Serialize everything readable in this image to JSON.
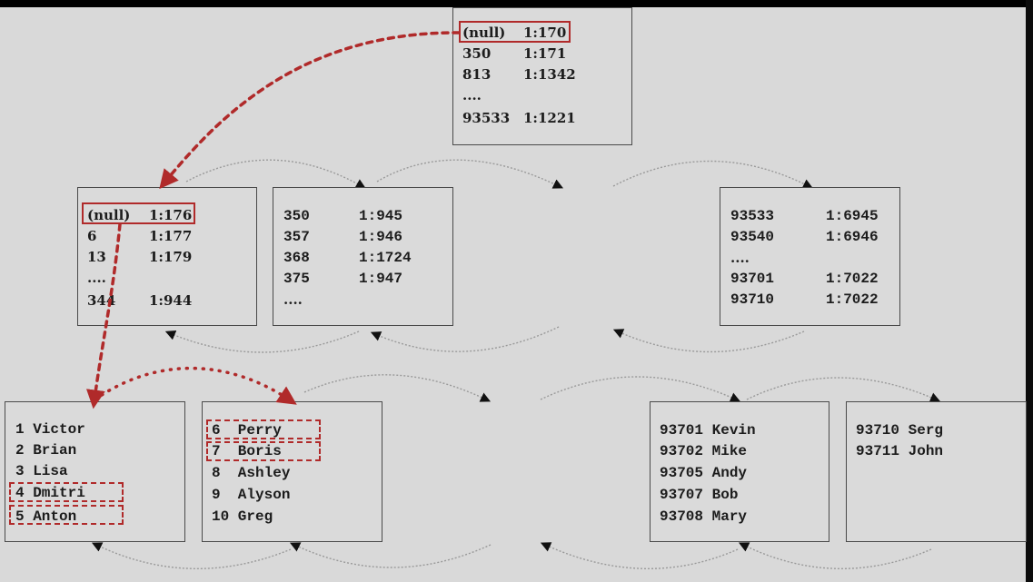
{
  "colors": {
    "background": "#d9d9d9",
    "node_border": "#4a4a4a",
    "highlight": "#b02a2a",
    "sibling_link": "#9a9a9a"
  },
  "root": {
    "rows": [
      [
        "(null)",
        "1:170"
      ],
      [
        "350",
        "1:171"
      ],
      [
        "813",
        "1:1342"
      ],
      [
        "....",
        ""
      ],
      [
        "93533",
        "1:1221"
      ]
    ]
  },
  "intermediate": [
    {
      "rows": [
        [
          "(null)",
          "1:176"
        ],
        [
          "6",
          "1:177"
        ],
        [
          "13",
          "1:179"
        ],
        [
          "....",
          ""
        ],
        [
          "344",
          "1:944"
        ]
      ]
    },
    {
      "rows": [
        [
          "350",
          "1:945"
        ],
        [
          "357",
          "1:946"
        ],
        [
          "368",
          "1:1724"
        ],
        [
          "375",
          "1:947"
        ],
        [
          "....",
          ""
        ]
      ]
    },
    {
      "rows": [
        [
          "93533",
          "1:6945"
        ],
        [
          "93540",
          "1:6946"
        ],
        [
          "....",
          ""
        ],
        [
          "93701",
          "1:7022"
        ],
        [
          "93710",
          "1:7022"
        ]
      ]
    }
  ],
  "leaves": [
    {
      "rows": [
        "1 Victor",
        "2 Brian",
        "3 Lisa",
        "4 Dmitri",
        "5 Anton"
      ]
    },
    {
      "rows": [
        "6  Perry",
        "7  Boris",
        "8  Ashley",
        "9  Alyson",
        "10 Greg"
      ]
    },
    {
      "rows": [
        "93701 Kevin",
        "93702 Mike",
        "93705 Andy",
        "93707 Bob",
        "93708 Mary"
      ]
    },
    {
      "rows": [
        "93710 Serg",
        "93711 John"
      ]
    }
  ]
}
